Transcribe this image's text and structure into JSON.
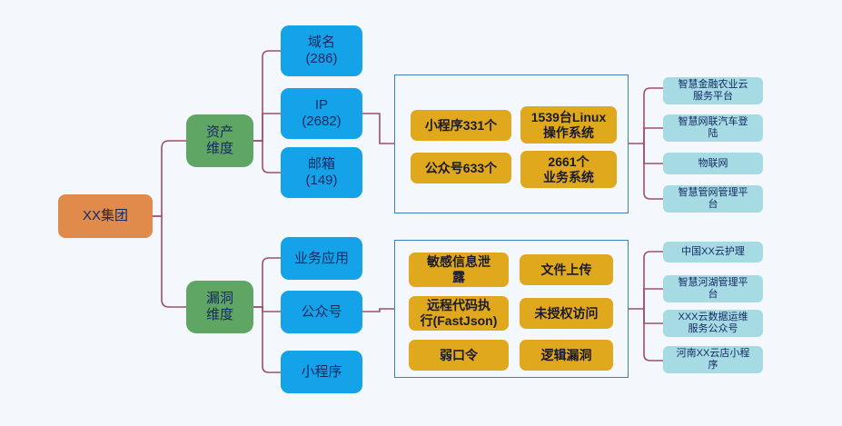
{
  "background_color": "#f4f8fc",
  "colors": {
    "root": "#e08b4b",
    "dimension": "#5fa564",
    "category": "#14a3e8",
    "stat": "#e0a81c",
    "example": "#a6dbe4",
    "connector": "#9b4f6b",
    "panel_border": "#3a7fc2",
    "text": "#152a63"
  },
  "root": {
    "label": "XX集团"
  },
  "branches": [
    {
      "name": "asset-dimension",
      "label": "资产\n维度",
      "categories": [
        {
          "name": "domain",
          "label": "域名\n(286)"
        },
        {
          "name": "ip",
          "label": "IP\n(2682)"
        },
        {
          "name": "email",
          "label": "邮箱\n(149)"
        }
      ],
      "stats": [
        {
          "name": "miniprogram-count",
          "label": "小程序331个"
        },
        {
          "name": "linux-os-count",
          "label": "1539台Linux\n操作系统"
        },
        {
          "name": "official-account-count",
          "label": "公众号633个"
        },
        {
          "name": "business-system-count",
          "label": "2661个\n业务系统"
        }
      ],
      "examples": [
        {
          "name": "finance-agri-cloud",
          "label": "智慧金融农业云\n服务平台"
        },
        {
          "name": "connected-vehicle-login",
          "label": "智慧网联汽车登\n陆"
        },
        {
          "name": "iot",
          "label": "物联网"
        },
        {
          "name": "pipeline-network-platform",
          "label": "智慧管网管理平\n台"
        }
      ]
    },
    {
      "name": "vulnerability-dimension",
      "label": "漏洞\n维度",
      "categories": [
        {
          "name": "business-app",
          "label": "业务应用"
        },
        {
          "name": "official-account",
          "label": "公众号"
        },
        {
          "name": "mini-program",
          "label": "小程序"
        }
      ],
      "stats": [
        {
          "name": "sensitive-info-leak",
          "label": "敏感信息泄\n露"
        },
        {
          "name": "file-upload",
          "label": "文件上传"
        },
        {
          "name": "remote-code-execution",
          "label": "远程代码执\n行(FastJson)"
        },
        {
          "name": "unauthorized-access",
          "label": "未授权访问"
        },
        {
          "name": "weak-password",
          "label": "弱口令"
        },
        {
          "name": "logic-flaw",
          "label": "逻辑漏洞"
        }
      ],
      "examples": [
        {
          "name": "china-xx-cloud-care",
          "label": "中国XX云护理"
        },
        {
          "name": "river-lake-platform",
          "label": "智慧河湖管理平\n台"
        },
        {
          "name": "cloud-data-ops-account",
          "label": "XXX云数据运维\n服务公众号"
        },
        {
          "name": "henan-xx-cloud-shop",
          "label": "河南XX云店小程\n序"
        }
      ]
    }
  ]
}
